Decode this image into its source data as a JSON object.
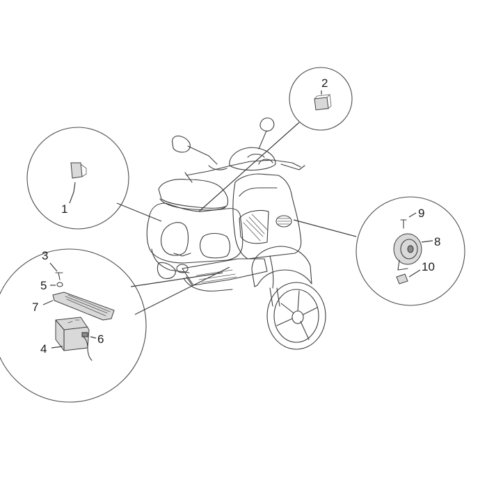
{
  "callouts": [
    {
      "number": "1"
    },
    {
      "number": "2"
    },
    {
      "number": "3"
    },
    {
      "number": "4"
    },
    {
      "number": "5"
    },
    {
      "number": "6"
    },
    {
      "number": "7"
    },
    {
      "number": "8"
    },
    {
      "number": "9"
    },
    {
      "number": "10"
    }
  ],
  "colors": {
    "ink": "#3c3c3c",
    "background": "#ffffff"
  }
}
